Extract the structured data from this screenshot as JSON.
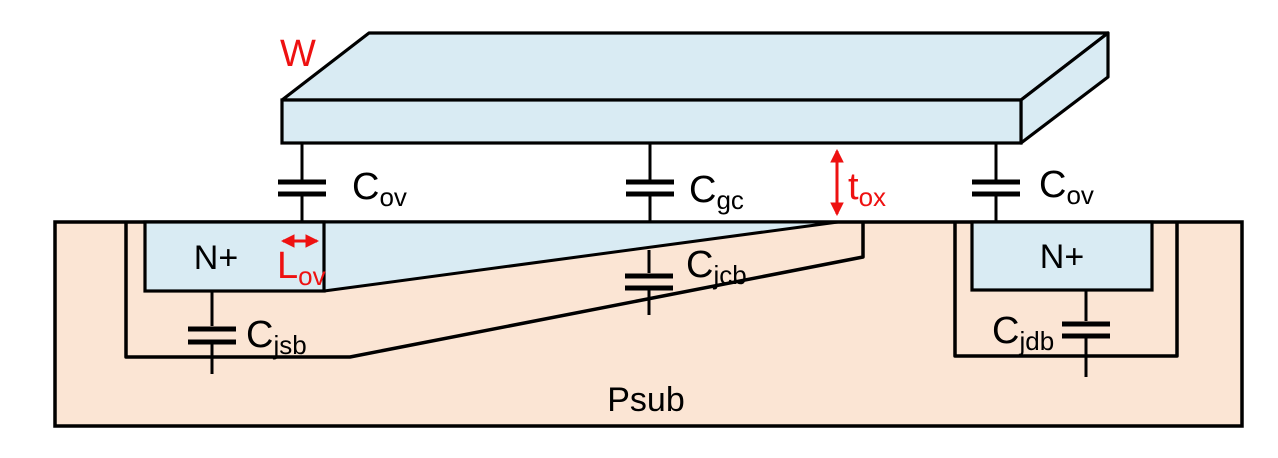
{
  "diagram": {
    "kind": "mosfet-cross-section-parasitic-capacitances",
    "labels": {
      "gate_width": "W",
      "substrate": "Psub",
      "source_region": "N+",
      "drain_region": "N+",
      "cap_ov_left": {
        "main": "C",
        "sub": "ov"
      },
      "cap_gc": {
        "main": "C",
        "sub": "gc"
      },
      "cap_ov_right": {
        "main": "C",
        "sub": "ov"
      },
      "cap_jsb": {
        "main": "C",
        "sub": "jsb"
      },
      "cap_jcb": {
        "main": "C",
        "sub": "jcb"
      },
      "cap_jdb": {
        "main": "C",
        "sub": "jdb"
      },
      "dim_overlap_length": {
        "main": "L",
        "sub": "ov"
      },
      "dim_oxide_thickness": {
        "main": "t",
        "sub": "ox"
      }
    },
    "colors": {
      "region_blue": "#d9ebf3",
      "substrate_peach": "#fbe5d4",
      "outline_black": "#000000",
      "accent_red": "#ee1111"
    }
  }
}
